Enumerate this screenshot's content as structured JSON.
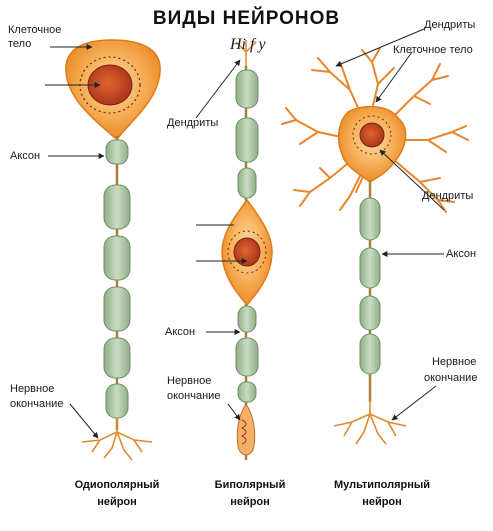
{
  "title": "ВИДЫ НЕЙРОНОВ",
  "handwriting": "Hi f y",
  "neurons": [
    {
      "caption_line1": "Одиополярный",
      "caption_line2": "нейрон",
      "labels": {
        "cell_body_1": "Клеточное",
        "cell_body_2": "тело",
        "axon": "Аксон",
        "ending_1": "Нервное",
        "ending_2": "окончание"
      }
    },
    {
      "caption_line1": "Биполярный",
      "caption_line2": "нейрон",
      "labels": {
        "dendrites": "Дендриты",
        "axon": "Аксон",
        "ending_1": "Нервное",
        "ending_2": "окончание"
      }
    },
    {
      "caption_line1": "Мультиполярный",
      "caption_line2": "нейрон",
      "labels": {
        "dendrites_top": "Дендриты",
        "cell_body": "Клеточное тело",
        "dendrites_mid": "Дендриты",
        "axon": "Аксон",
        "ending_1": "Нервное",
        "ending_2": "окончание"
      }
    }
  ],
  "colors": {
    "soma": "#f5a64a",
    "soma_edge": "#e07a1a",
    "nucleus": "#c8401e",
    "axon": "#a9c4a0",
    "axon_edge": "#6f8f66",
    "dendrite": "#e8862e",
    "line": "#222222"
  }
}
